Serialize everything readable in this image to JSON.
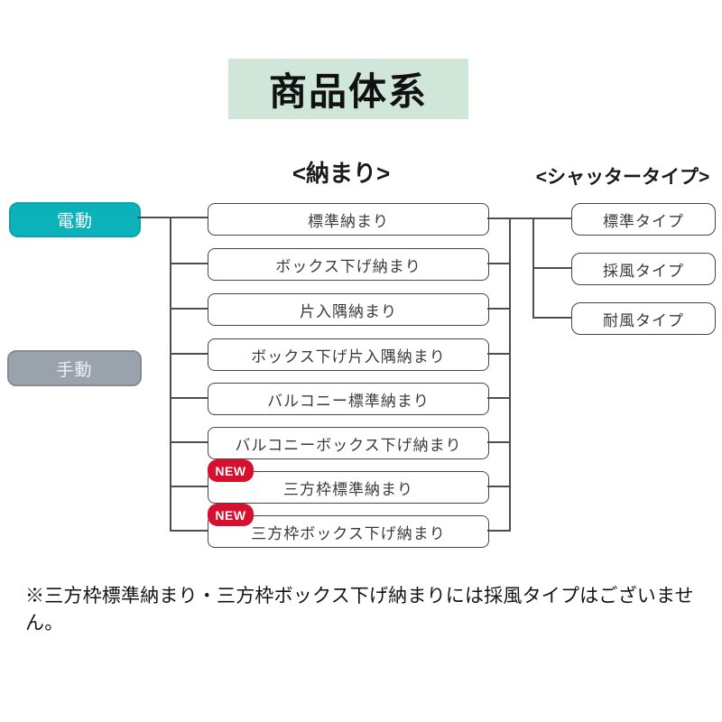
{
  "title": "商品体系",
  "headers": {
    "osamari": "<納まり>",
    "shutter": "<シャッタータイプ>"
  },
  "drive_types": [
    {
      "label": "電動",
      "color": "#0cb2ba"
    },
    {
      "label": "手動",
      "color": "#9aa3ab"
    }
  ],
  "osamari_items": [
    {
      "label": "標準納まり",
      "new": false
    },
    {
      "label": "ボックス下げ納まり",
      "new": false
    },
    {
      "label": "片入隅納まり",
      "new": false
    },
    {
      "label": "ボックス下げ片入隅納まり",
      "new": false
    },
    {
      "label": "バルコニー標準納まり",
      "new": false
    },
    {
      "label": "バルコニーボックス下げ納まり",
      "new": false
    },
    {
      "label": "三方枠標準納まり",
      "new": true
    },
    {
      "label": "三方枠ボックス下げ納まり",
      "new": true
    }
  ],
  "shutter_types": [
    "標準タイプ",
    "採風タイプ",
    "耐風タイプ"
  ],
  "new_badge_label": "NEW",
  "footnote": "※三方枠標準納まり・三方枠ボックス下げ納まりには採風タイプはございません。",
  "colors": {
    "banner_bg": "#cfe6d9",
    "electric_teal": "#0cb2ba",
    "manual_gray": "#9aa3ab",
    "new_badge_red": "#d8102f",
    "line_gray": "#4e4e4e"
  }
}
